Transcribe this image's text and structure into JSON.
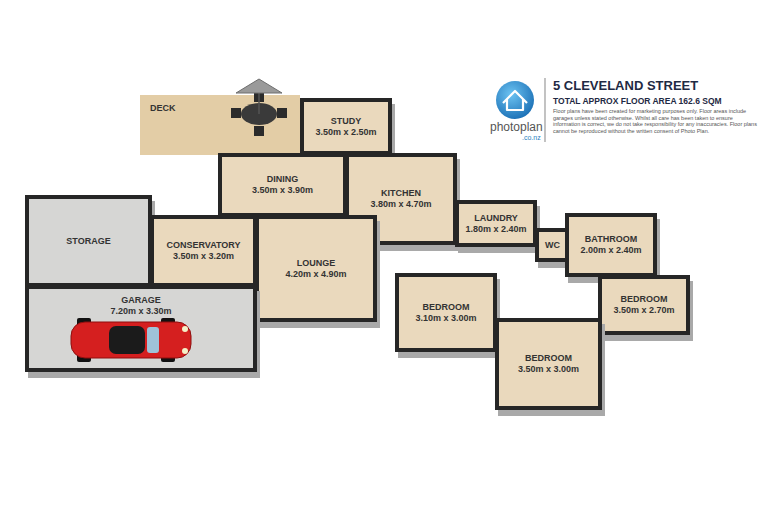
{
  "diagram": {
    "title": "5 CLEVELAND STREET",
    "nodes": [
      {
        "text": [
          "DECK"
        ]
      },
      {
        "text": [
          "STUDY",
          "3.50m x 2.50m"
        ]
      },
      {
        "text": [
          "DINING",
          "3.50m x 3.90m"
        ]
      },
      {
        "text": [
          "KITCHEN",
          "3.80m x 4.70m"
        ]
      },
      {
        "text": [
          "STORAGE"
        ]
      },
      {
        "text": [
          "CONSERVATORY",
          "3.50m x 3.20m"
        ]
      },
      {
        "text": [
          "LOUNGE",
          "4.20m x 4.90m"
        ]
      },
      {
        "text": [
          "LAUNDRY",
          "1.80m x 2.40m"
        ]
      },
      {
        "text": [
          "WC"
        ]
      },
      {
        "text": [
          "BATHROOM",
          "2.00m x 2.40m"
        ]
      },
      {
        "text": [
          "GARAGE",
          "7.20m x 3.30m"
        ]
      },
      {
        "text": [
          "BEDROOM",
          "3.10m x 3.00m"
        ]
      },
      {
        "text": [
          "BEDROOM",
          "3.50m x 2.70m"
        ]
      },
      {
        "text": [
          "BEDROOM",
          "3.50m x 3.00m"
        ]
      }
    ],
    "labels": [
      "TOTAL APPROX FLOOR AREA 162.6 SQM",
      "Floor plans have been created for marketing purposes only. Floor areas include garages unless stated otherwise. Whilst all care has been taken to ensure information is correct, we do not take responsibility for any inaccuracies. Floor plans cannot be reproduced without the written consent of Photo Plan.",
      "photoplan",
      ".co.nz"
    ]
  }
}
